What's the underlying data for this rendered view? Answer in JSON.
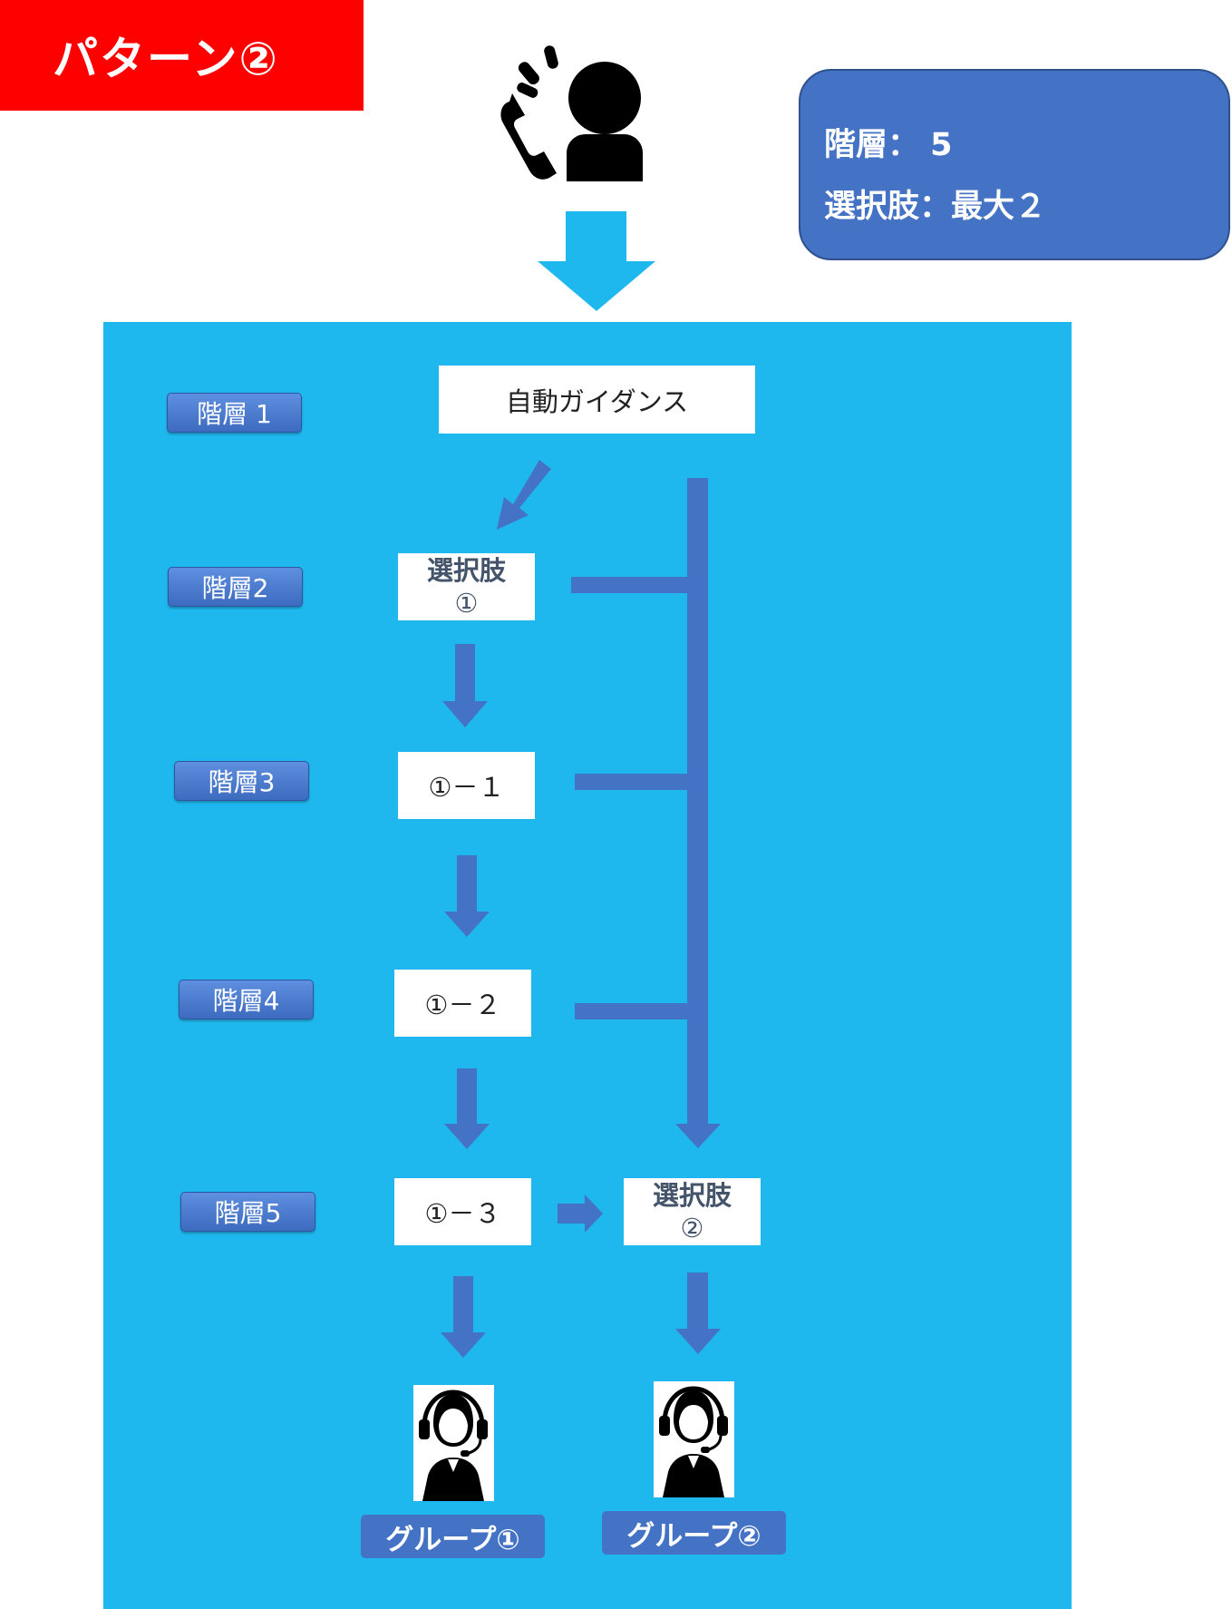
{
  "pattern_title": "パターン②",
  "summary": {
    "levels_line": "階層： 5",
    "choices_line": "選択肢：最大２"
  },
  "levels": [
    "階層 1",
    "階層2",
    "階層3",
    "階層4",
    "階層5"
  ],
  "nodes": {
    "guidance": "自動ガイダンス",
    "choice1_title": "選択肢",
    "choice1_mark": "①",
    "node_1_1": "①－１",
    "node_1_2": "①－２",
    "node_1_3": "①－３",
    "choice2_title": "選択肢",
    "choice2_mark": "②"
  },
  "groups": [
    "グループ①",
    "グループ②"
  ],
  "colors": {
    "pattern_bg": "#ff0000",
    "summary_bg": "#4472c4",
    "panel_bg": "#1fb8ee",
    "arrow": "#4472c4",
    "entry_arrow": "#1fb8ee"
  },
  "icons": [
    "caller-phone-icon",
    "operator-headset-icon"
  ]
}
